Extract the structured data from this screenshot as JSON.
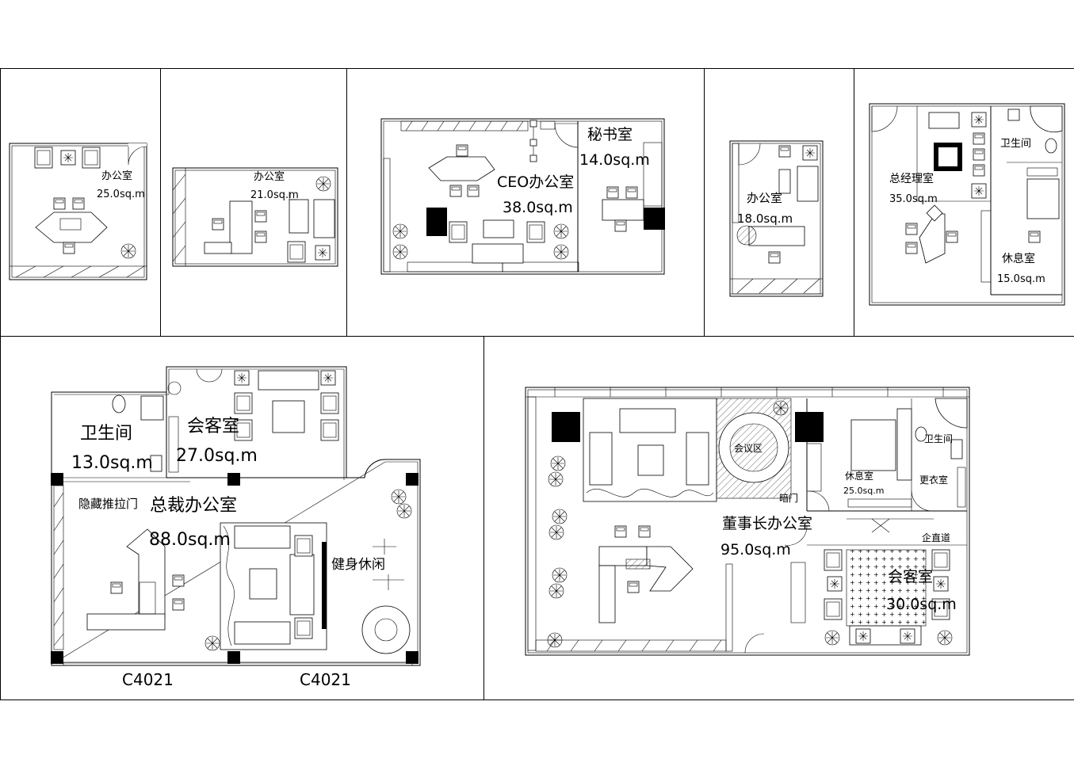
{
  "plans": {
    "p1": {
      "room": "办公室",
      "area": "25.0sq.m"
    },
    "p2": {
      "room": "办公室",
      "area": "21.0sq.m"
    },
    "p3": {
      "room": "CEO办公室",
      "area": "38.0sq.m",
      "room2": "秘书室",
      "area2": "14.0sq.m"
    },
    "p4": {
      "room": "办公室",
      "area": "18.0sq.m"
    },
    "p5": {
      "room": "总经理室",
      "area": "35.0sq.m",
      "wc": "卫生间",
      "rest": "休息室",
      "rest_area": "15.0sq.m"
    },
    "p6": {
      "wc": "卫生间",
      "wc_area": "13.0sq.m",
      "guest": "会客室",
      "guest_area": "27.0sq.m",
      "door": "隐藏推拉门",
      "main": "总裁办公室",
      "main_area": "88.0sq.m",
      "gym": "健身休闲",
      "window1": "C4021",
      "window2": "C4021"
    },
    "p7": {
      "meeting": "会议区",
      "wc": "卫生间",
      "rest": "休息室",
      "rest_area": "25.0sq.m",
      "closet": "更衣室",
      "hidden_door": "暗门",
      "main": "董事长办公室",
      "main_area": "95.0sq.m",
      "corridor": "企直道",
      "guest": "会客室",
      "guest_area": "30.0sq.m"
    }
  }
}
